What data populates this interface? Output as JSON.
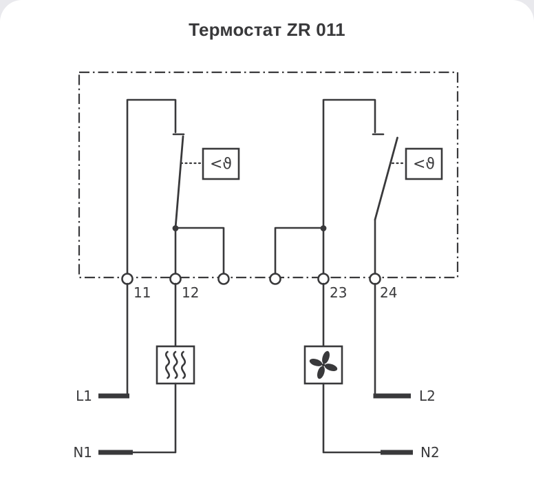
{
  "colors": {
    "ink": "#39393b",
    "page_bg": "#e9e9ed",
    "card_bg": "#ffffff"
  },
  "title": "Термостат ZR 011",
  "diagram": {
    "terminal_labels": {
      "t11": "11",
      "t12": "12",
      "t23": "23",
      "t24": "24"
    },
    "sensor_symbol_left": "<ϑ",
    "sensor_symbol_right": "<ϑ",
    "wire_labels": {
      "l1": "L1",
      "n1": "N1",
      "l2": "L2",
      "n2": "N2"
    }
  }
}
